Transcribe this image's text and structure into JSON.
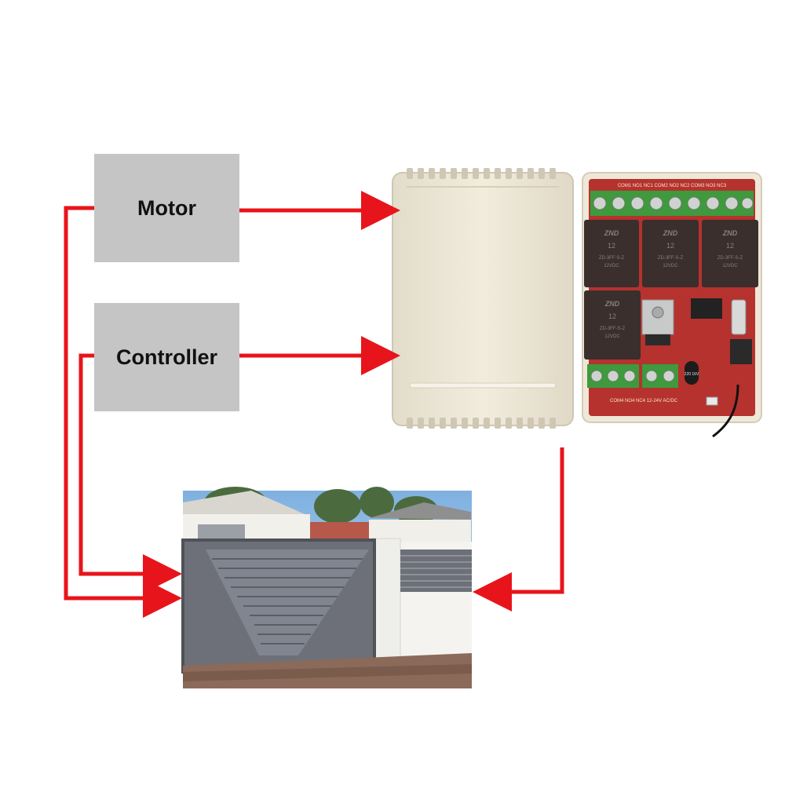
{
  "boxes": {
    "motor": "Motor",
    "controller": "Controller"
  },
  "pcb": {
    "relay_brand": "ZND",
    "relay_model": "12",
    "relay_type": "ZD-3FF-S-Z",
    "relay_voltage": "12VDC",
    "top_terminal_text": "COM1  NO1  NC1  COM2  NO2  NC2  COM3  NO3  NC3",
    "bottom_terminal_text": "COM4  NO4  NC4  12-24V AC/DC",
    "capacitor_text": "220 16V"
  },
  "colors": {
    "arrow": "#e8141b",
    "box": "#c5c5c5",
    "enclosure": "#ece6d6",
    "pcb": "#b5322e",
    "terminal": "#3e9a3c",
    "relay": "#3a2f2c",
    "gate": "#6d7078"
  }
}
